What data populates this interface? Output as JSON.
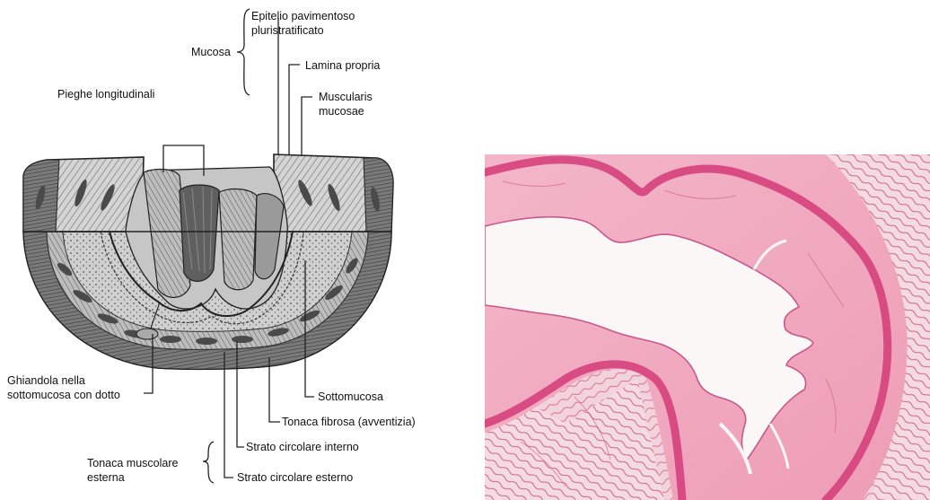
{
  "figure": {
    "labels": {
      "epitelio": [
        "Epitelio pavimentoso",
        "pluristratificato"
      ],
      "mucosa": "Mucosa",
      "lamina_propria": "Lamina propria",
      "muscularis_mucosae": [
        "Muscularis",
        "mucosae"
      ],
      "pieghe": "Pieghe longitudinali",
      "ghiandola": [
        "Ghiandola nella",
        "sottomucosa con dotto"
      ],
      "sottomucosa": "Sottomucosa",
      "tonaca_fibrosa": "Tonaca fibrosa (avventizia)",
      "strato_interno": "Strato circolare interno",
      "strato_esterno": "Strato circolare esterno",
      "tonaca_muscolare": [
        "Tonaca muscolare",
        "esterna"
      ]
    },
    "colors": {
      "outer_band": "#8a8a8a",
      "mucosa_fill": "#c9c9c9",
      "fold_dark": "#5a5a5a",
      "micro_background": "#f6f0ee",
      "micro_tissue": "#ec9cb6",
      "micro_epithelium": "#d43a78",
      "micro_lumen": "#fbf7f6"
    }
  }
}
